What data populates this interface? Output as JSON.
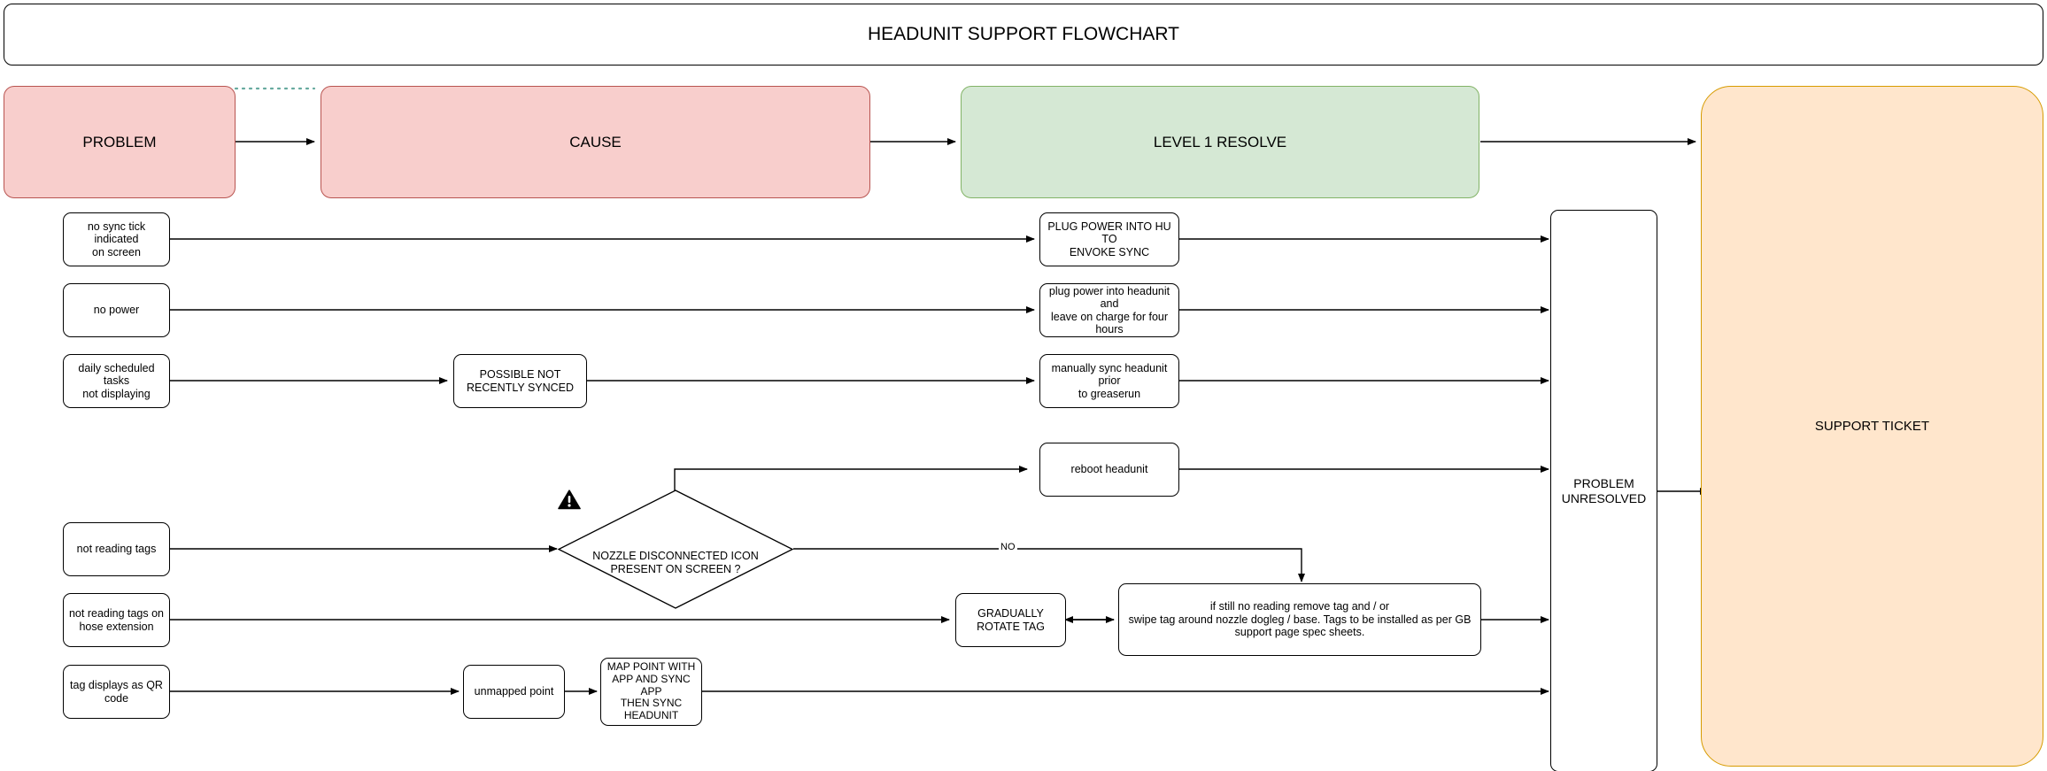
{
  "title_banner": {
    "text": "HEADUNIT SUPPORT FLOWCHART"
  },
  "swimlanes": [
    {
      "key": "problem",
      "label": "PROBLEM"
    },
    {
      "key": "cause",
      "label": "CAUSE"
    },
    {
      "key": "resolve",
      "label": "LEVEL 1 RESOLVE"
    },
    {
      "key": "ticket",
      "label": "SUPPORT TICKET"
    }
  ],
  "problems": [
    {
      "label": "no sync tick indicated\non screen"
    },
    {
      "label": "no power"
    },
    {
      "label": "daily scheduled tasks\nnot displaying"
    },
    {
      "label": "not reading tags"
    },
    {
      "label": "not reading tags on\nhose extension"
    },
    {
      "label": "tag displays as QR\ncode"
    }
  ],
  "causes": [
    {
      "label": "POSSIBLE NOT\nRECENTLY SYNCED"
    },
    {
      "label": "unmapped point"
    },
    {
      "label": "MAP POINT WITH\nAPP AND SYNC APP\nTHEN SYNC\nHEADUNIT"
    }
  ],
  "decision": {
    "label": "NOZZLE DISCONNECTED ICON\nPRESENT ON SCREEN ?",
    "icon": "warning-triangle-icon",
    "branch_no_label": "NO"
  },
  "resolves": [
    {
      "label": "PLUG POWER INTO HU TO\nENVOKE SYNC"
    },
    {
      "label": "plug power into headunit and\nleave on charge for four\nhours"
    },
    {
      "label": "manually sync headunit prior\nto greaserun"
    },
    {
      "label": "reboot headunit"
    },
    {
      "label": "GRADUALLY\nROTATE TAG"
    },
    {
      "label": "if still no reading remove tag and / or\nswipe tag around nozzle dogleg / base. Tags to be installed as per GB\nsupport page spec sheets."
    }
  ],
  "unresolved": {
    "label": "PROBLEM\nUNRESOLVED"
  },
  "ticket": {
    "label": "SUPPORT TICKET"
  },
  "colors": {
    "problem_fill": "#f8cecc",
    "problem_stroke": "#b85450",
    "resolve_fill": "#d5e8d4",
    "resolve_stroke": "#82b366",
    "ticket_fill": "#ffe6cc",
    "ticket_stroke": "#d79b00",
    "edge": "#000000",
    "dotted_link": "#67ab9f"
  }
}
